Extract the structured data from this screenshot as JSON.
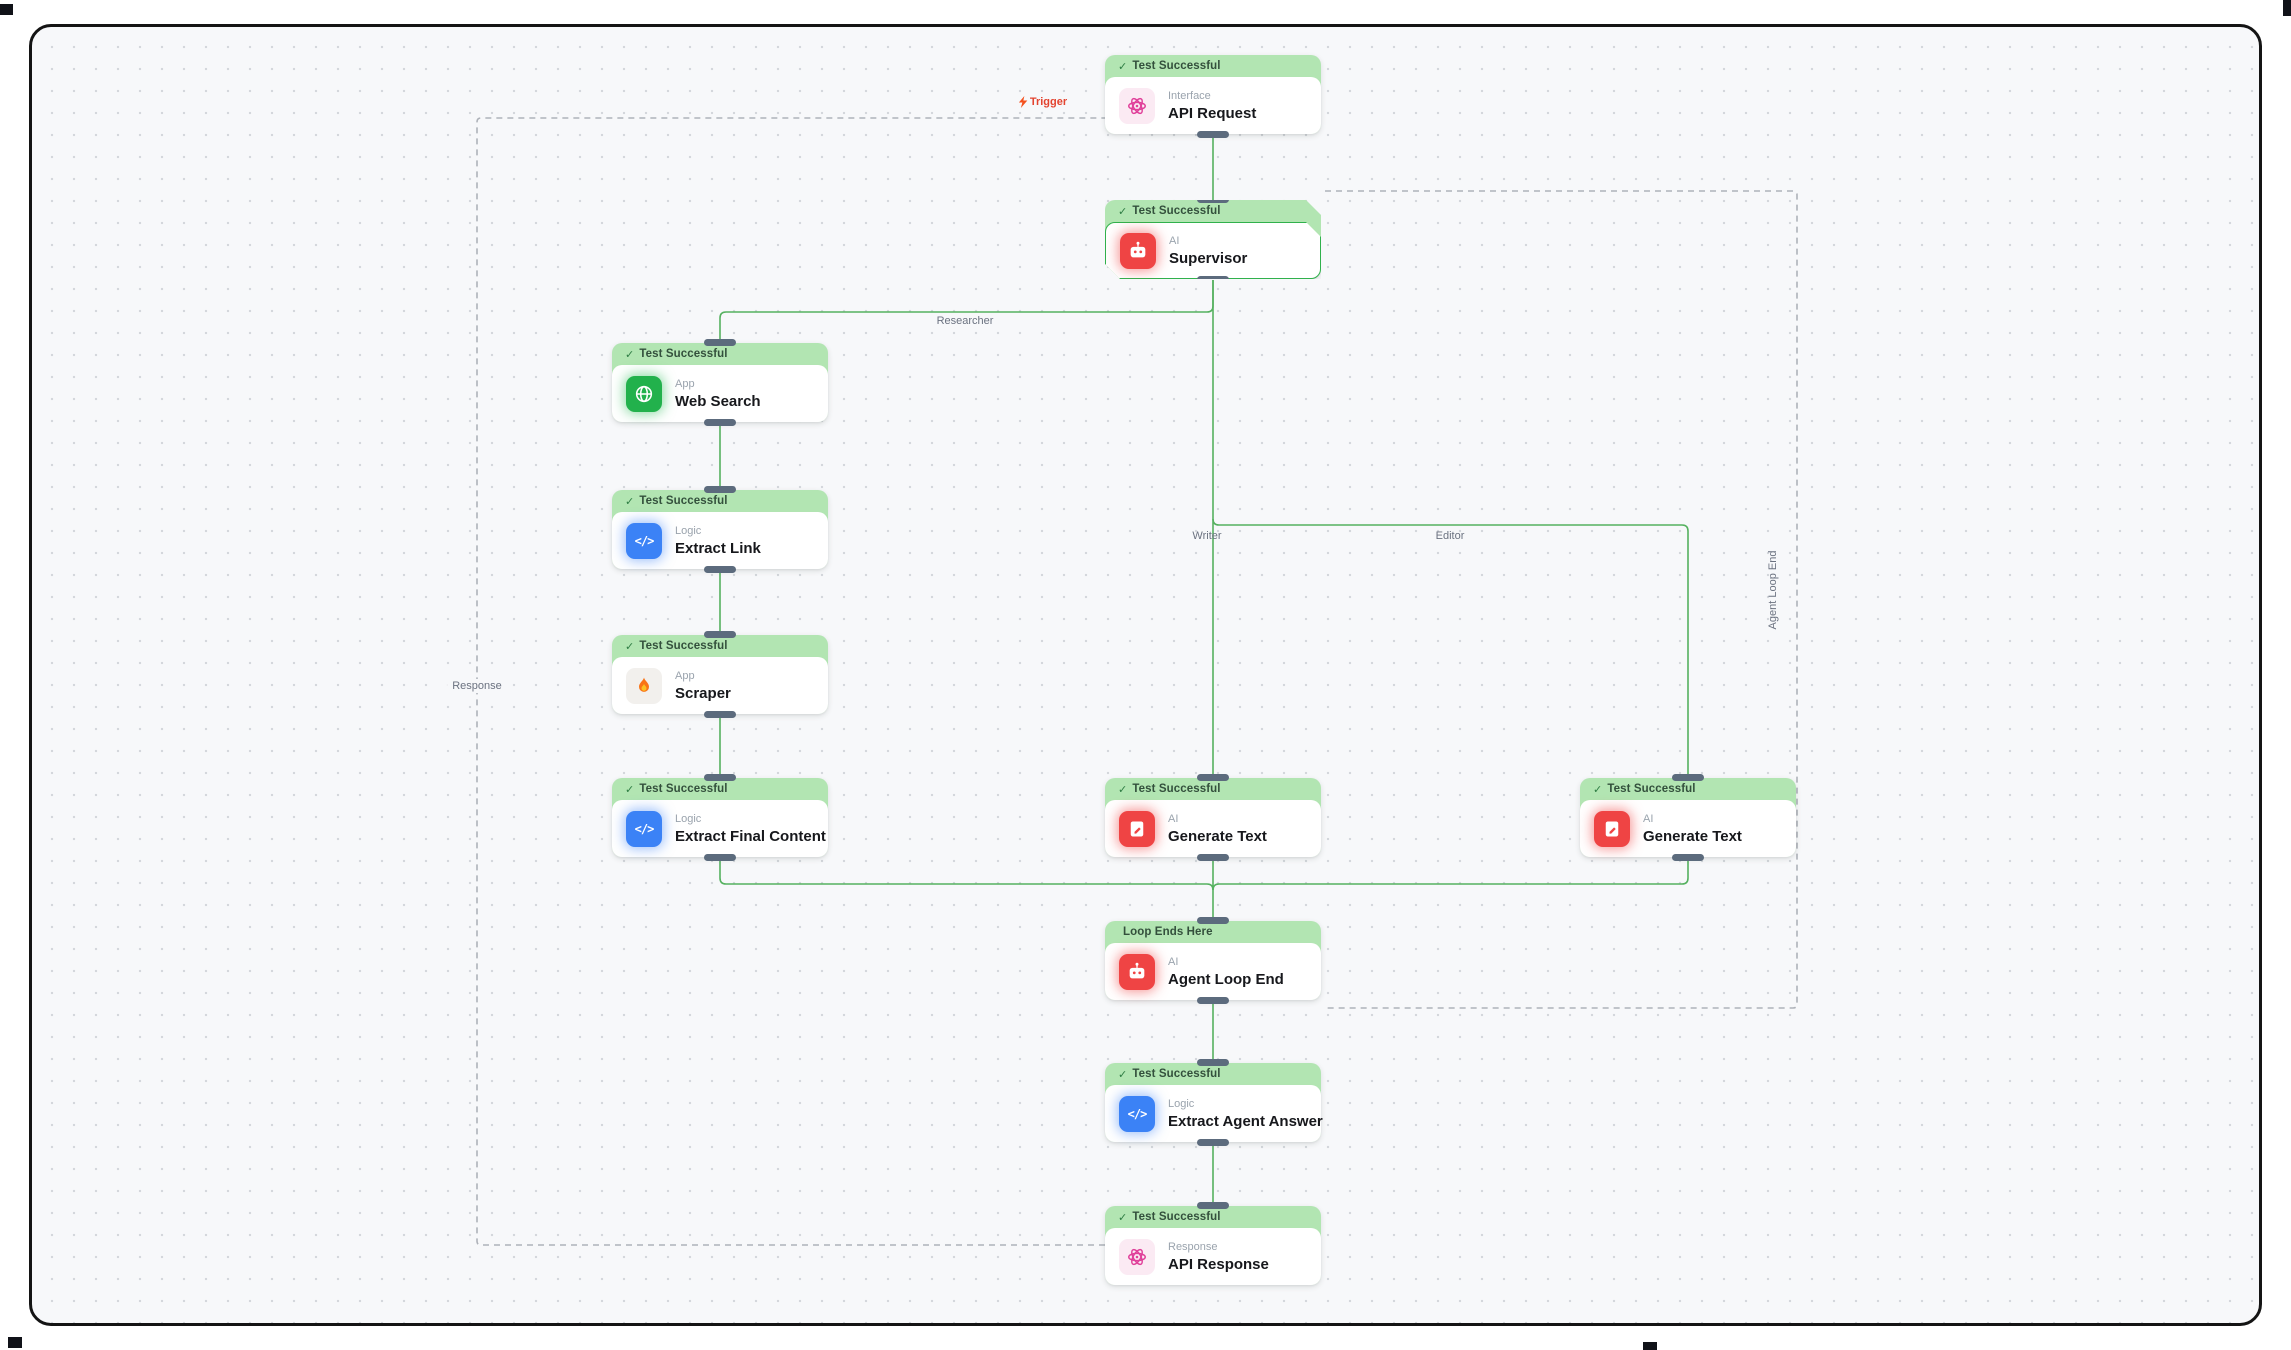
{
  "canvas": {
    "background": "#f7f8fa",
    "dot_color": "#d4d7dc",
    "border_color": "#141414",
    "solid_edge_color": "#55b15f",
    "dashed_edge_color": "#aeb2b9",
    "handle_color": "#5c6b7d",
    "badge_green": "#b2e5b2",
    "selected_border": "#30b14c"
  },
  "icon_colors": {
    "ai_red": "#ef4444",
    "app_green": "#22b14c",
    "logic_blue": "#3b82f6",
    "interface_pink": "#e0409a",
    "scraper_flame": "#f97316"
  },
  "nodes": [
    {
      "badge": "Test Successful",
      "check": "✓",
      "type": "Interface",
      "title": "API Request"
    },
    {
      "badge": "Test Successful",
      "check": "✓",
      "type": "AI",
      "title": "Supervisor"
    },
    {
      "badge": "Test Successful",
      "check": "✓",
      "type": "App",
      "title": "Web Search"
    },
    {
      "badge": "Test Successful",
      "check": "✓",
      "type": "Logic",
      "title": "Extract Link"
    },
    {
      "badge": "Test Successful",
      "check": "✓",
      "type": "App",
      "title": "Scraper"
    },
    {
      "badge": "Test Successful",
      "check": "✓",
      "type": "Logic",
      "title": "Extract Final Content"
    },
    {
      "badge": "Test Successful",
      "check": "✓",
      "type": "AI",
      "title": "Generate Text"
    },
    {
      "badge": "Test Successful",
      "check": "✓",
      "type": "AI",
      "title": "Generate Text"
    },
    {
      "badge": "Loop Ends Here",
      "check": "",
      "type": "AI",
      "title": "Agent Loop End"
    },
    {
      "badge": "Test Successful",
      "check": "✓",
      "type": "Logic",
      "title": "Extract Agent Answer"
    },
    {
      "badge": "Test Successful",
      "check": "✓",
      "type": "Response",
      "title": "API Response"
    }
  ],
  "edge_labels": {
    "trigger": "Trigger",
    "researcher": "Researcher",
    "writer": "Writer",
    "editor": "Editor",
    "response": "Response",
    "agent_loop_end": "Agent Loop End"
  }
}
